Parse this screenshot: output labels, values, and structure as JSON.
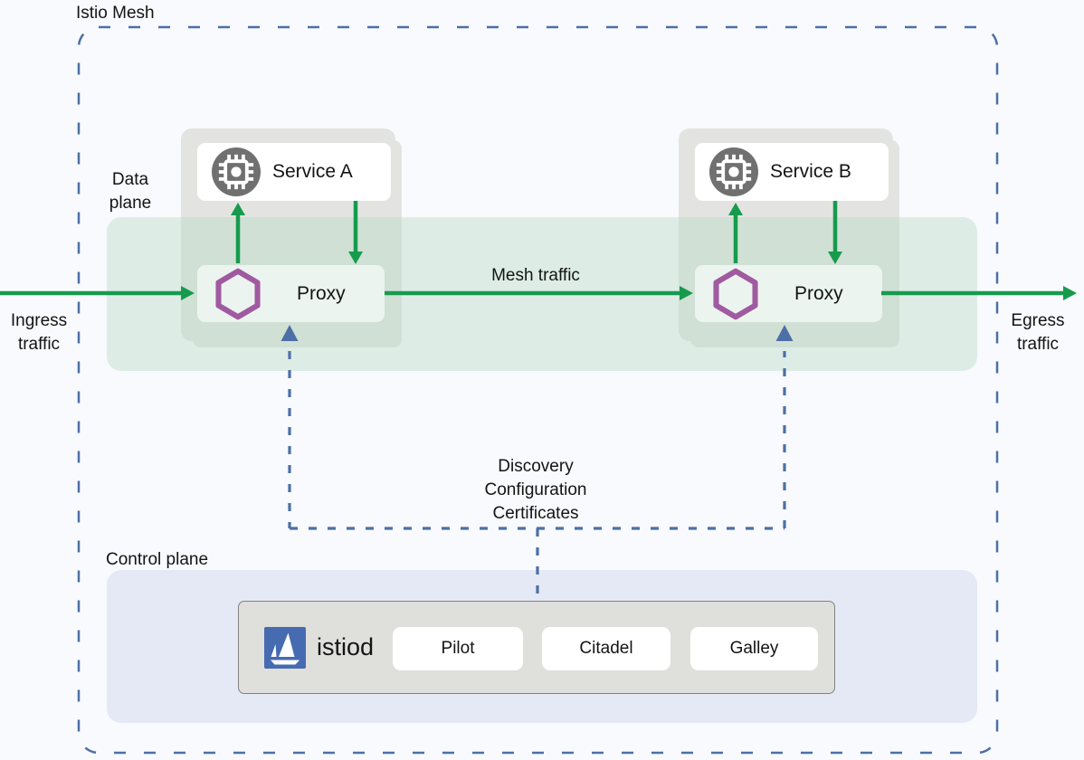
{
  "title": "Istio Mesh",
  "labels": {
    "data_plane": "Data\nplane",
    "control_plane": "Control plane",
    "ingress_traffic": "Ingress\ntraffic",
    "egress_traffic": "Egress\ntraffic",
    "mesh_traffic": "Mesh traffic",
    "control_channel": "Discovery\nConfiguration\nCertificates"
  },
  "data_plane": {
    "workloads": [
      {
        "service_label": "Service A",
        "proxy_label": "Proxy",
        "service_icon": "chip-icon",
        "proxy_icon": "envoy-hexagon-icon"
      },
      {
        "service_label": "Service B",
        "proxy_label": "Proxy",
        "service_icon": "chip-icon",
        "proxy_icon": "envoy-hexagon-icon"
      }
    ]
  },
  "control_plane": {
    "istiod_label": "istiod",
    "istiod_icon": "istio-sail-logo",
    "components": [
      {
        "label": "Pilot"
      },
      {
        "label": "Citadel"
      },
      {
        "label": "Galley"
      }
    ]
  },
  "colors": {
    "arrow_green": "#169b4d",
    "dashed_blue": "#4d6fa6",
    "hexagon_purple": "#a05aa0",
    "service_icon_gray": "#707070",
    "istio_logo_blue": "#466bb0",
    "background": "#f8fafd",
    "data_plane_band": "#dfeee7",
    "control_plane_fill": "#e4e9f5",
    "group_card_gray": "#e3e4e2",
    "proxy_card_green": "#ecf4ef"
  }
}
